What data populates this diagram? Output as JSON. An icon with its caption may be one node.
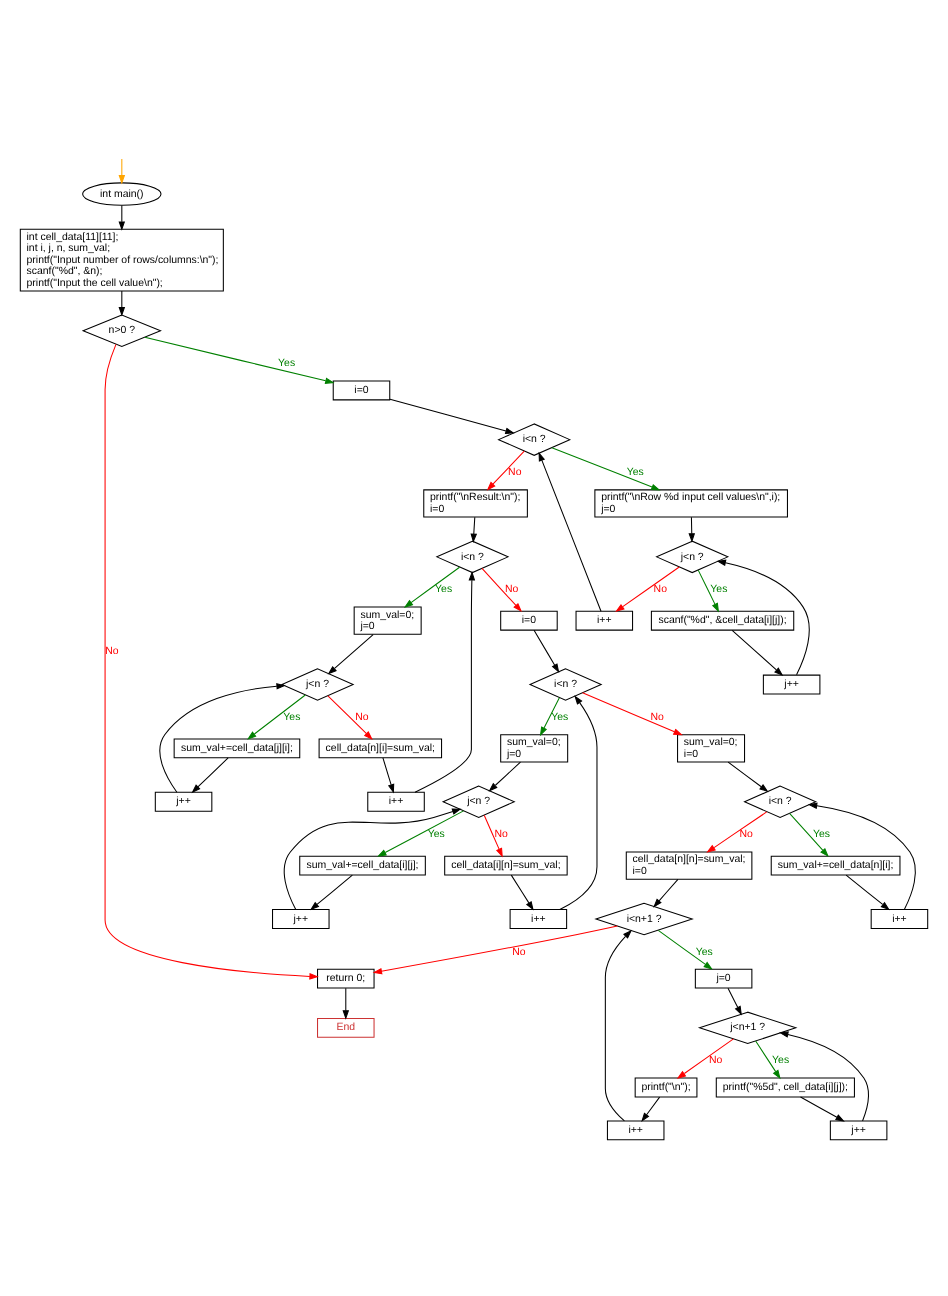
{
  "diagram": {
    "nodes": [
      {
        "text": [
          "int main()"
        ]
      },
      {
        "text": [
          "int cell_data[11][11];",
          "int i, j, n, sum_val;",
          "printf(\"Input number of rows/columns:\\n\");",
          "scanf(\"%d\", &n);",
          "printf(\"Input the cell value\\n\");"
        ]
      },
      {
        "text": [
          "n>0 ?"
        ]
      },
      {
        "text": [
          "i=0"
        ]
      },
      {
        "text": [
          "i<n ?"
        ]
      },
      {
        "text": [
          "printf(\"\\nResult:\\n\");",
          "i=0"
        ]
      },
      {
        "text": [
          "printf(\"\\nRow %d input cell values\\n\",i);",
          "j=0"
        ]
      },
      {
        "text": [
          "j<n ?"
        ]
      },
      {
        "text": [
          "i++"
        ]
      },
      {
        "text": [
          "scanf(\"%d\", &cell_data[i][j]);"
        ]
      },
      {
        "text": [
          "j++"
        ]
      },
      {
        "text": [
          "i<n ?"
        ]
      },
      {
        "text": [
          "i=0"
        ]
      },
      {
        "text": [
          "sum_val=0;",
          "j=0"
        ]
      },
      {
        "text": [
          "j<n ?"
        ]
      },
      {
        "text": [
          "cell_data[n][i]=sum_val;"
        ]
      },
      {
        "text": [
          "sum_val+=cell_data[j][i];"
        ]
      },
      {
        "text": [
          "i++"
        ]
      },
      {
        "text": [
          "j++"
        ]
      },
      {
        "text": [
          "i<n ?"
        ]
      },
      {
        "text": [
          "sum_val=0;",
          "i=0"
        ]
      },
      {
        "text": [
          "sum_val=0;",
          "j=0"
        ]
      },
      {
        "text": [
          "j<n ?"
        ]
      },
      {
        "text": [
          "cell_data[i][n]=sum_val;"
        ]
      },
      {
        "text": [
          "sum_val+=cell_data[i][j];"
        ]
      },
      {
        "text": [
          "j++"
        ]
      },
      {
        "text": [
          "i++"
        ]
      },
      {
        "text": [
          "i<n ?"
        ]
      },
      {
        "text": [
          "cell_data[n][n]=sum_val;",
          "i=0"
        ]
      },
      {
        "text": [
          "sum_val+=cell_data[n][i];"
        ]
      },
      {
        "text": [
          "i++"
        ]
      },
      {
        "text": [
          "i<n+1 ?"
        ]
      },
      {
        "text": [
          "return 0;"
        ]
      },
      {
        "text": [
          "End"
        ]
      },
      {
        "text": [
          "j=0"
        ]
      },
      {
        "text": [
          "j<n+1 ?"
        ]
      },
      {
        "text": [
          "printf(\"\\n\");"
        ]
      },
      {
        "text": [
          "printf(\"%5d\", cell_data[i][j]);"
        ]
      },
      {
        "text": [
          "i++"
        ]
      },
      {
        "text": [
          "j++"
        ]
      }
    ],
    "edges": [
      {
        "from": null,
        "to": 0,
        "arrow": "to",
        "color": "#ffa500"
      },
      {
        "from": 0,
        "to": 1,
        "arrow": "to"
      },
      {
        "from": 1,
        "to": 2,
        "arrow": "to"
      },
      {
        "from": 2,
        "to": 3,
        "arrow": "to",
        "label": "Yes",
        "color": "#008000"
      },
      {
        "from": 2,
        "to": 32,
        "arrow": "to",
        "label": "No",
        "color": "#ff0000"
      },
      {
        "from": 3,
        "to": 4,
        "arrow": "to"
      },
      {
        "from": 4,
        "to": 5,
        "arrow": "to",
        "label": "No",
        "color": "#ff0000"
      },
      {
        "from": 4,
        "to": 6,
        "arrow": "to",
        "label": "Yes",
        "color": "#008000"
      },
      {
        "from": 6,
        "to": 7,
        "arrow": "to"
      },
      {
        "from": 7,
        "to": 8,
        "arrow": "to",
        "label": "No",
        "color": "#ff0000"
      },
      {
        "from": 7,
        "to": 9,
        "arrow": "to",
        "label": "Yes",
        "color": "#008000"
      },
      {
        "from": 9,
        "to": 10,
        "arrow": "to"
      },
      {
        "from": 10,
        "to": 7,
        "arrow": "to"
      },
      {
        "from": 8,
        "to": 4,
        "arrow": "to"
      },
      {
        "from": 5,
        "to": 11,
        "arrow": "to"
      },
      {
        "from": 11,
        "to": 12,
        "arrow": "to",
        "label": "No",
        "color": "#ff0000"
      },
      {
        "from": 11,
        "to": 13,
        "arrow": "to",
        "label": "Yes",
        "color": "#008000"
      },
      {
        "from": 13,
        "to": 14,
        "arrow": "to"
      },
      {
        "from": 14,
        "to": 15,
        "arrow": "to",
        "label": "No",
        "color": "#ff0000"
      },
      {
        "from": 14,
        "to": 16,
        "arrow": "to",
        "label": "Yes",
        "color": "#008000"
      },
      {
        "from": 16,
        "to": 18,
        "arrow": "to"
      },
      {
        "from": 18,
        "to": 14,
        "arrow": "to"
      },
      {
        "from": 15,
        "to": 17,
        "arrow": "to"
      },
      {
        "from": 17,
        "to": 11,
        "arrow": "to"
      },
      {
        "from": 12,
        "to": 19,
        "arrow": "to"
      },
      {
        "from": 19,
        "to": 20,
        "arrow": "to",
        "label": "No",
        "color": "#ff0000"
      },
      {
        "from": 19,
        "to": 21,
        "arrow": "to",
        "label": "Yes",
        "color": "#008000"
      },
      {
        "from": 21,
        "to": 22,
        "arrow": "to"
      },
      {
        "from": 22,
        "to": 23,
        "arrow": "to",
        "label": "No",
        "color": "#ff0000"
      },
      {
        "from": 22,
        "to": 24,
        "arrow": "to",
        "label": "Yes",
        "color": "#008000"
      },
      {
        "from": 24,
        "to": 25,
        "arrow": "to"
      },
      {
        "from": 25,
        "to": 22,
        "arrow": "to"
      },
      {
        "from": 23,
        "to": 26,
        "arrow": "to"
      },
      {
        "from": 26,
        "to": 19,
        "arrow": "to"
      },
      {
        "from": 20,
        "to": 27,
        "arrow": "to"
      },
      {
        "from": 27,
        "to": 28,
        "arrow": "to",
        "label": "No",
        "color": "#ff0000"
      },
      {
        "from": 27,
        "to": 29,
        "arrow": "to",
        "label": "Yes",
        "color": "#008000"
      },
      {
        "from": 29,
        "to": 30,
        "arrow": "to"
      },
      {
        "from": 30,
        "to": 27,
        "arrow": "to"
      },
      {
        "from": 28,
        "to": 31,
        "arrow": "to"
      },
      {
        "from": 31,
        "to": 32,
        "arrow": "to",
        "label": "No",
        "color": "#ff0000"
      },
      {
        "from": 31,
        "to": 34,
        "arrow": "to",
        "label": "Yes",
        "color": "#008000"
      },
      {
        "from": 34,
        "to": 35,
        "arrow": "to"
      },
      {
        "from": 35,
        "to": 36,
        "arrow": "to",
        "label": "No",
        "color": "#ff0000"
      },
      {
        "from": 35,
        "to": 37,
        "arrow": "to",
        "label": "Yes",
        "color": "#008000"
      },
      {
        "from": 37,
        "to": 39,
        "arrow": "to"
      },
      {
        "from": 39,
        "to": 35,
        "arrow": "to"
      },
      {
        "from": 36,
        "to": 38,
        "arrow": "to"
      },
      {
        "from": 38,
        "to": 31,
        "arrow": "to"
      },
      {
        "from": 32,
        "to": 33,
        "arrow": "to"
      }
    ]
  }
}
